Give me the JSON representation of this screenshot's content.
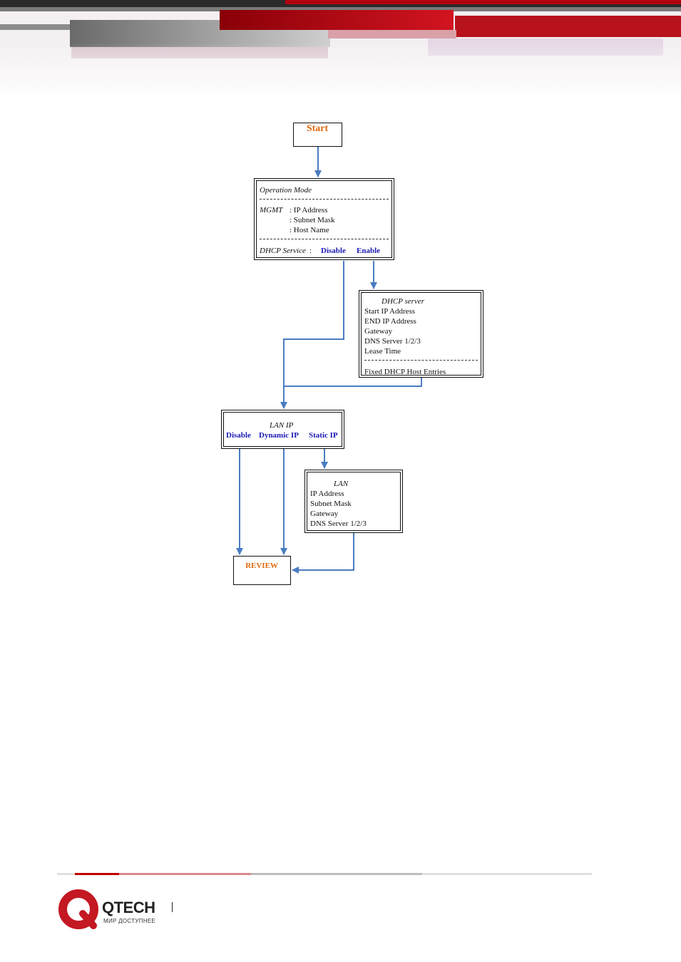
{
  "start": {
    "label": "Start"
  },
  "operation": {
    "title": "Operation Mode",
    "mgmt_label": "MGMT",
    "mgmt_items": [
      ": IP Address",
      ": Subnet Mask",
      ": Host Name"
    ],
    "dhcp_label": "DHCP Service",
    "dhcp_options": [
      "Disable",
      "Enable"
    ]
  },
  "dhcp_server": {
    "title": "DHCP server",
    "items": [
      "Start IP Address",
      "END IP Address",
      "Gateway",
      "DNS Server 1/2/3",
      "Lease Time"
    ],
    "footer": "Fixed DHCP Host Entries"
  },
  "lan_ip": {
    "title": "LAN IP",
    "options": [
      "Disable",
      "Dynamic IP",
      "Static IP"
    ]
  },
  "lan": {
    "title": "LAN",
    "items": [
      "IP Address",
      "Subnet Mask",
      "Gateway",
      "DNS Server 1/2/3"
    ]
  },
  "review": {
    "label": "REVIEW"
  },
  "footer": {
    "brand": "QTECH",
    "tagline": "МИР ДОСТУПНЕЕ"
  },
  "colors": {
    "arrow": "#4a7cc2",
    "accent_red": "#c00000",
    "option_blue": "#1a1ab4",
    "orange": "#e06a10"
  }
}
